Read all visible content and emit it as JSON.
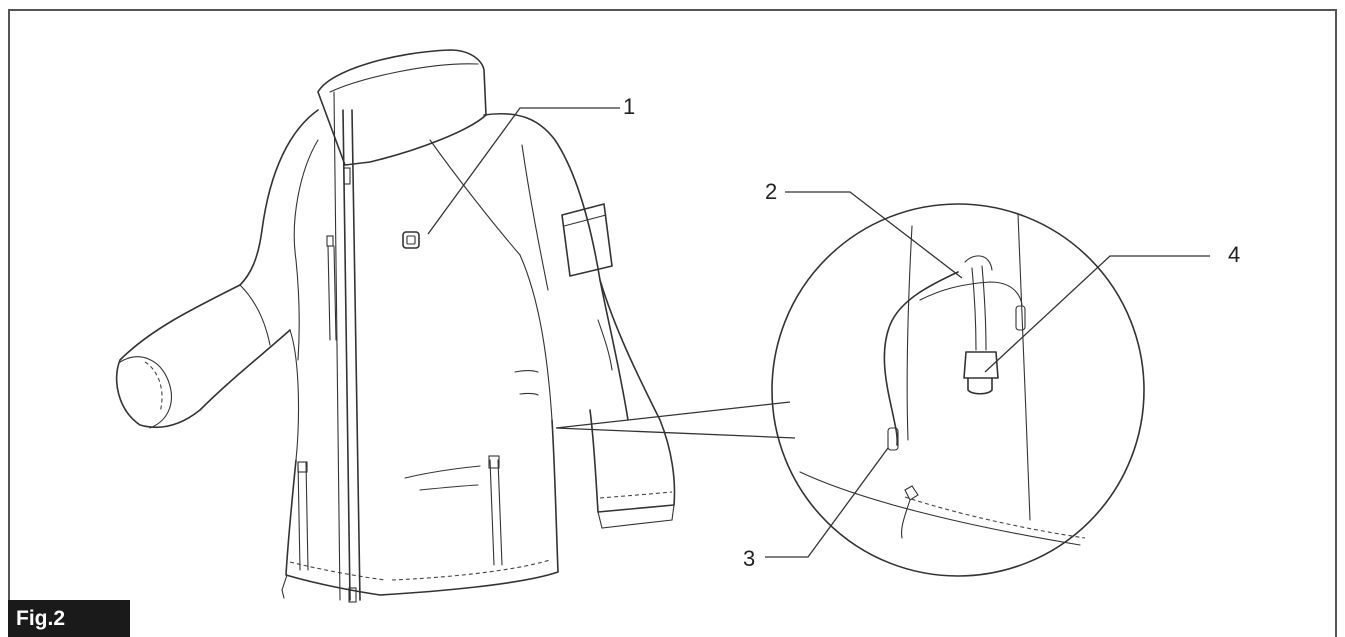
{
  "figure": {
    "label": "Fig.2"
  },
  "callouts": [
    {
      "id": "1",
      "text": "1"
    },
    {
      "id": "2",
      "text": "2"
    },
    {
      "id": "3",
      "text": "3"
    },
    {
      "id": "4",
      "text": "4"
    }
  ],
  "colors": {
    "line": "#333333",
    "tag_bg": "#1a1a1a",
    "tag_fg": "#ffffff"
  }
}
